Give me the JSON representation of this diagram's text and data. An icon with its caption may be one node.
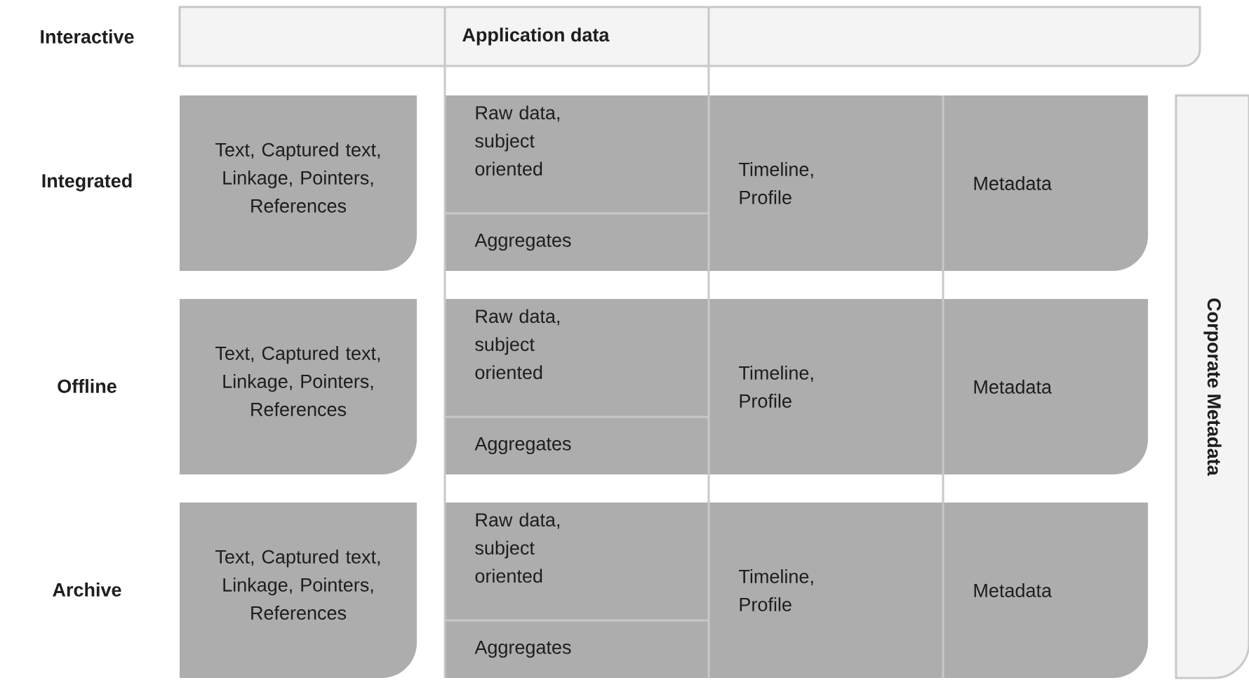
{
  "diagram": {
    "nodes": [
      {
        "text": [],
        "shape": "bar"
      },
      {
        "text": [
          "Application data"
        ],
        "in": 0
      },
      {
        "text": [
          "Text, Captured text, Linkage, Pointers, References"
        ]
      },
      {
        "text": [],
        "shape": "box"
      },
      {
        "text": [
          "Raw data, subject oriented"
        ],
        "in": 3
      },
      {
        "text": [
          "Aggregates"
        ],
        "in": 3
      },
      {
        "text": [
          "Timeline, Profile"
        ],
        "in": 3
      },
      {
        "text": [
          "Metadata"
        ],
        "in": 3
      },
      {
        "text": [
          "Text, Captured text, Linkage, Pointers, References"
        ]
      },
      {
        "text": [],
        "shape": "box"
      },
      {
        "text": [
          "Raw data, subject oriented"
        ],
        "in": 9
      },
      {
        "text": [
          "Aggregates"
        ],
        "in": 9
      },
      {
        "text": [
          "Timeline, Profile"
        ],
        "in": 9
      },
      {
        "text": [
          "Metadata"
        ],
        "in": 9
      },
      {
        "text": [
          "Text, Captured text, Linkage, Pointers, References"
        ]
      },
      {
        "text": [],
        "shape": "box"
      },
      {
        "text": [
          "Raw data, subject oriented"
        ],
        "in": 15
      },
      {
        "text": [
          "Aggregates"
        ],
        "in": 15
      },
      {
        "text": [
          "Timeline, Profile"
        ],
        "in": 15
      },
      {
        "text": [
          "Metadata"
        ],
        "in": 15
      },
      {
        "text": [
          "Corporate Metadata"
        ]
      }
    ],
    "labels": [
      "Interactive",
      "Integrated",
      "Offline",
      "Archive"
    ]
  }
}
